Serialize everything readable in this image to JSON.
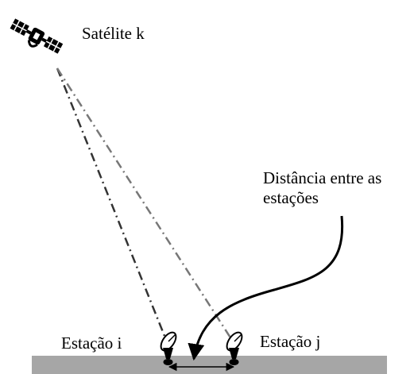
{
  "labels": {
    "satellite": "Satélite k",
    "distance_line1": "Distância entre as",
    "distance_line2": "estações",
    "station_i": "Estação i",
    "station_j": "Estação j"
  },
  "colors": {
    "ray_i": "#333333",
    "ray_j": "#777777",
    "ground": "#a6a6a6",
    "ink": "#000000"
  },
  "icons": {
    "satellite": "satellite-icon",
    "station_i": "antenna-dish-icon",
    "station_j": "antenna-dish-icon"
  }
}
